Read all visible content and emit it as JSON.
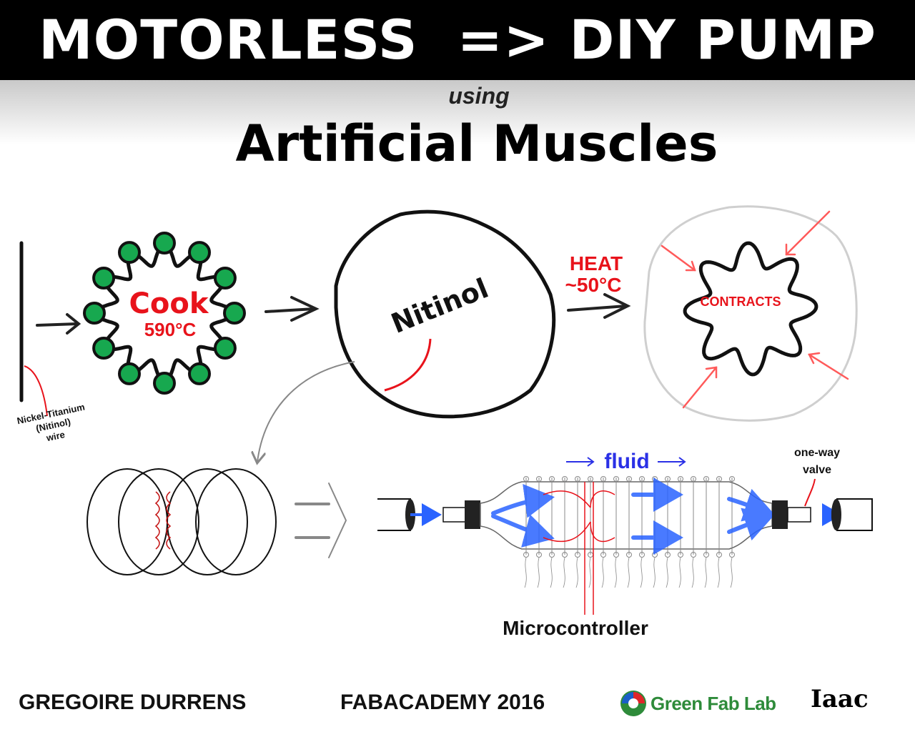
{
  "header": {
    "title": "MOTORLESS  => DIY PUMP",
    "subtitle": "using",
    "main_title": "Artificial Muscles"
  },
  "diagram": {
    "wire_label": [
      "Nickel-Titanium",
      "(Nitinol)",
      "wire"
    ],
    "cook_label": "Cook",
    "cook_temp": "590°C",
    "coil_label": "Nitinol",
    "heat_label": "HEAT",
    "heat_temp": "~50°C",
    "contracts_label": "CONTRACTS",
    "fluid_label": "fluid",
    "valve_label": [
      "one-way",
      "valve"
    ],
    "microcontroller_label": "Microcontroller"
  },
  "footer": {
    "author": "GREGOIRE DURRENS",
    "event": "FABACADEMY 2016",
    "logo_text": "Green Fab Lab",
    "logo2_text": "Iaac"
  },
  "colors": {
    "accent_red": "#e8131b",
    "bead_green": "#17a84f",
    "fluid_blue": "#1f3cf0"
  },
  "icons": [
    "arrow-right-icon",
    "flow-arrow-icon",
    "green-fab-lab-logo-icon",
    "iaac-logo"
  ]
}
